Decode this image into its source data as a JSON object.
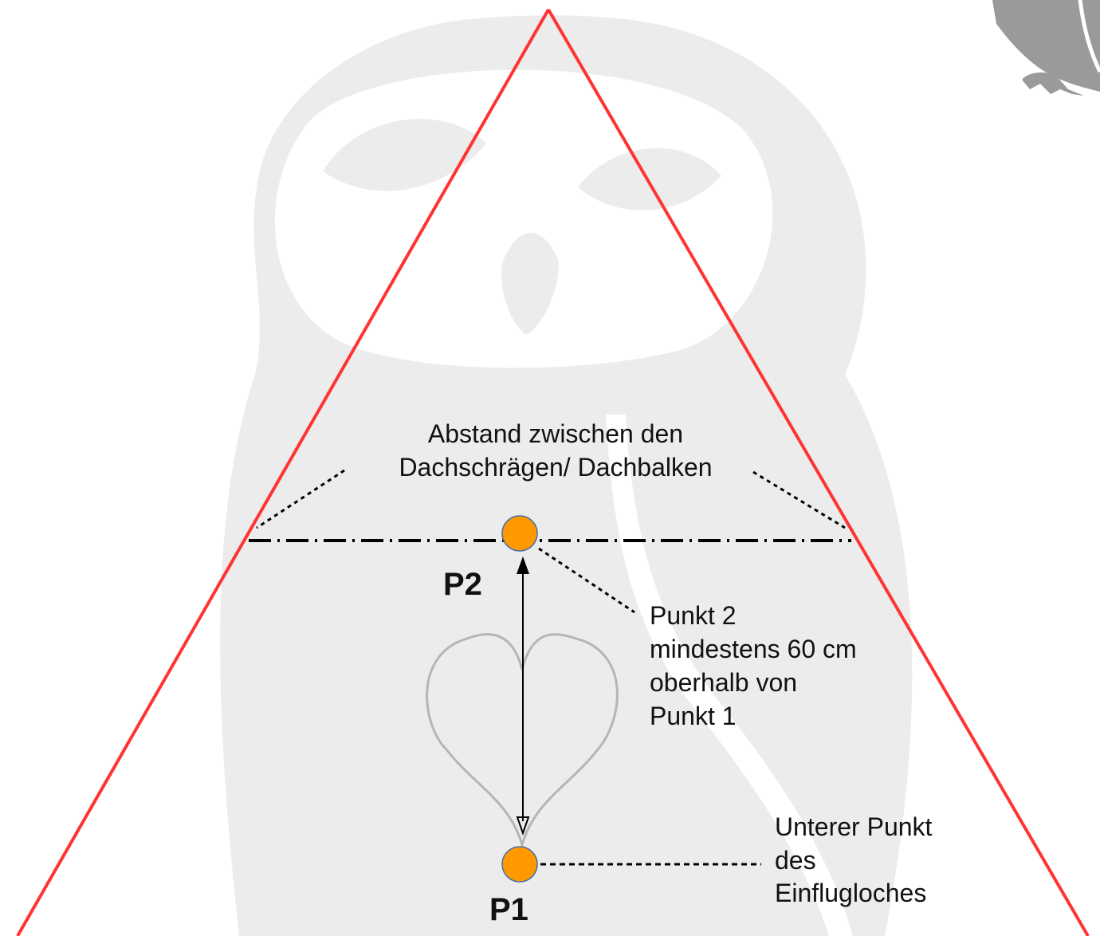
{
  "colors": {
    "roof": "#ff3333",
    "point_fill": "#ff9900",
    "point_stroke": "#4a6fa5",
    "watermark": "#ececec",
    "watermark_dark": "#9a9a9a",
    "heart": "#b5b5b5",
    "text": "#111111"
  },
  "labels": {
    "span_line1": "Abstand zwischen den",
    "span_line2": "Dachschrägen/ Dachbalken",
    "p2": "P2",
    "p1": "P1",
    "point2_line1": "Punkt 2",
    "point2_line2": "mindestens 60 cm",
    "point2_line3": "oberhalb von",
    "point2_line4": "Punkt 1",
    "lower_line1": "Unterer Punkt",
    "lower_line2": "des",
    "lower_line3": "Einflugloches"
  }
}
